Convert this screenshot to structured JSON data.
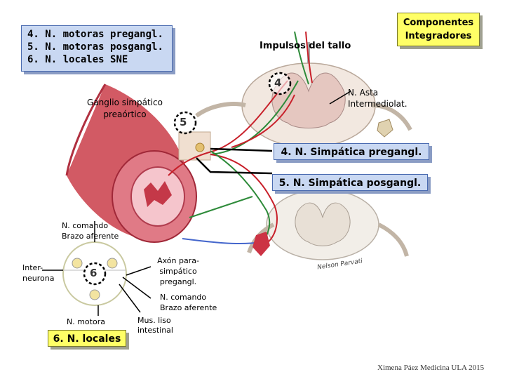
{
  "legend": [
    {
      "number": "4.",
      "text": "N. motoras pregangl."
    },
    {
      "number": "5.",
      "text": "N. motoras posgangl."
    },
    {
      "number": "6.",
      "text": "N. locales SNE"
    }
  ],
  "components_label": [
    "Componentes",
    "Integradores"
  ],
  "brainstem_label": "Impulsos del tallo",
  "ganglion_label": [
    "Ganglio simpático",
    "preaórtico"
  ],
  "asta_label": [
    "N. Asta",
    "Intermediolat."
  ],
  "markers": {
    "four": "4",
    "five": "5",
    "six": "6"
  },
  "pregangl_label": "4. N. Simpática pregangl.",
  "posgangl_label": "5. N. Simpática posgangl.",
  "command_left": [
    "N. comando",
    "Brazo aferente"
  ],
  "interneuron_label": [
    "Inter-",
    "neurona"
  ],
  "axon_label": [
    "Axón para-",
    "simpático",
    "pregangl."
  ],
  "command_right": [
    "N. comando",
    "Brazo aferente"
  ],
  "motor_label": "N. motora",
  "muscle_label": [
    "Mus. liso",
    "intestinal"
  ],
  "locales_label": "6. N. locales",
  "signature": "Nelson Parvati",
  "credit": "Ximena Páez Medicina ULA 2015",
  "colors": {
    "box_blue": "#c9d8f2",
    "box_yellow": "#ffff66",
    "nerve_red": "#c8202a",
    "nerve_green": "#2e8b3a"
  }
}
